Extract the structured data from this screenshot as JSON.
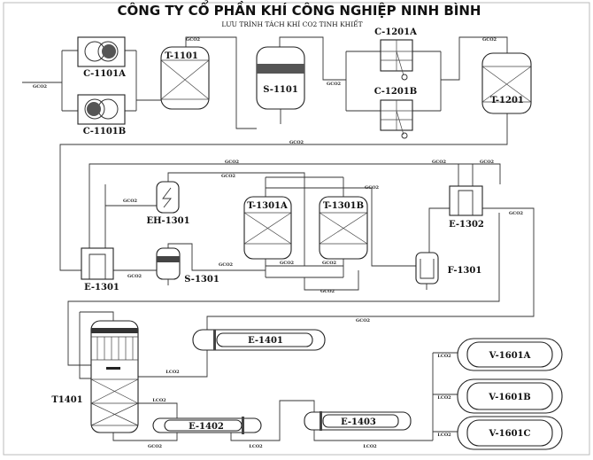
{
  "header": {
    "title": "CÔNG TY CỔ PHẦN KHÍ CÔNG NGHIỆP NINH BÌNH",
    "subtitle": "LƯU TRÌNH TÁCH KHÍ CO2 TINH KHIẾT"
  },
  "equipment": {
    "c1101a": "C-1101A",
    "c1101b": "C-1101B",
    "t1101": "T-1101",
    "s1101": "S-1101",
    "c1201a": "C-1201A",
    "c1201b": "C-1201B",
    "t1201": "T-1201",
    "eh1301": "EH-1301",
    "t1301a": "T-1301A",
    "t1301b": "T-1301B",
    "e1302": "E-1302",
    "e1301": "E-1301",
    "s1301": "S-1301",
    "f1301": "F-1301",
    "t1401": "T1401",
    "e1401": "E-1401",
    "e1402": "E-1402",
    "e1403": "E-1403",
    "v1601a": "V-1601A",
    "v1601b": "V-1601B",
    "v1601c": "V-1601C"
  },
  "streams": {
    "gas": [
      "GCO2",
      "GCO2",
      "GCO2",
      "GCO2",
      "GCO2",
      "GCO2",
      "GCO2",
      "GCO2",
      "GCO2",
      "GCO2",
      "GCO2",
      "GCO2",
      "GCO2",
      "GCO2",
      "GCO2",
      "GCO2",
      "GCO2",
      "GCO2",
      "GCO2"
    ],
    "liquid": [
      "LCO2",
      "LCO2",
      "LCO2",
      "LCO2",
      "LCO2",
      "LCO2",
      "LCO2"
    ]
  },
  "colors": {
    "line": "#333333",
    "fill_dark": "#555555"
  }
}
